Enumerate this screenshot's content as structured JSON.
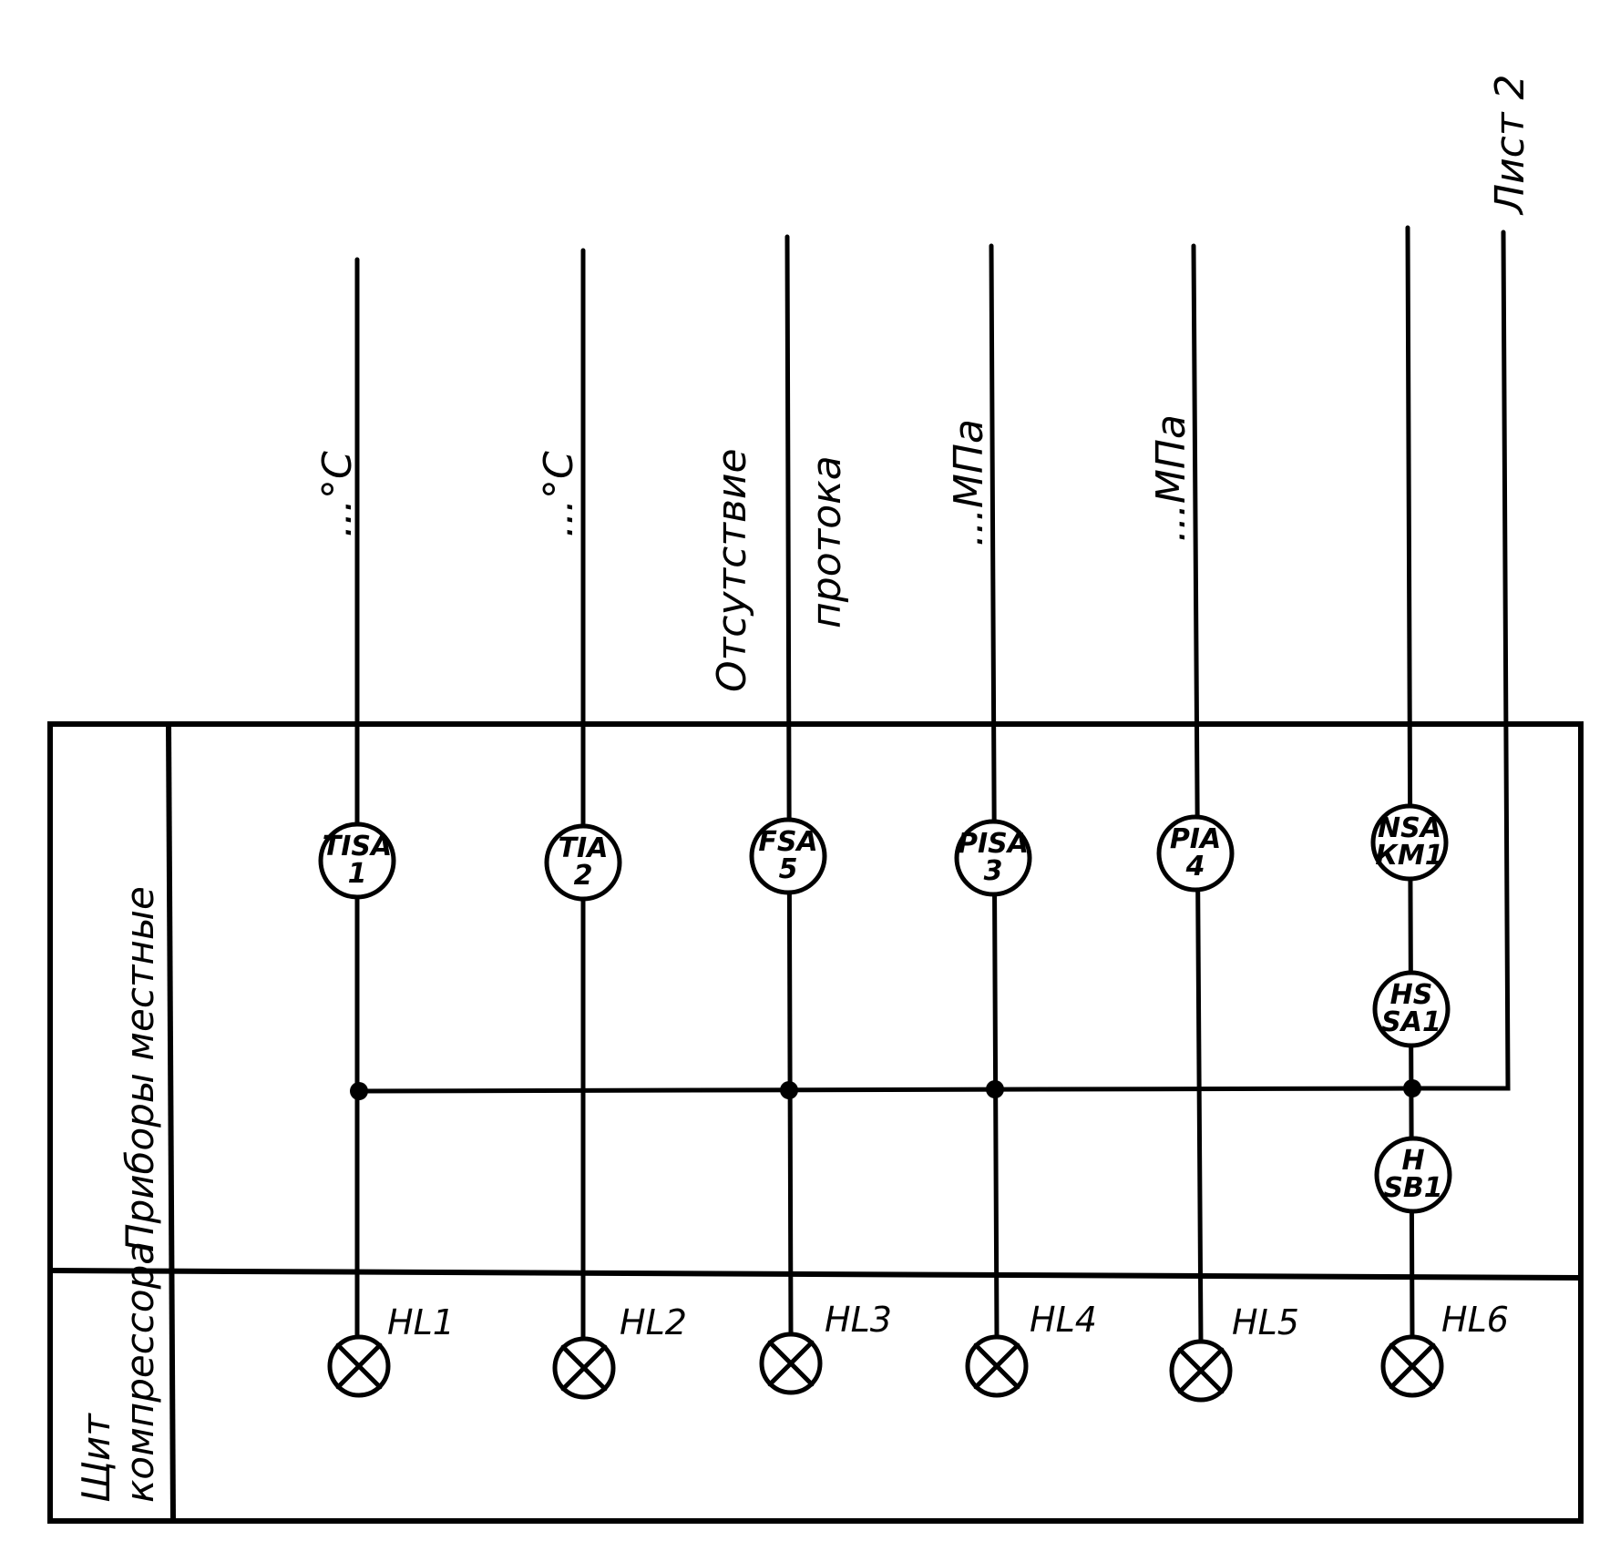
{
  "side_labels": {
    "local_instruments": "Приборы местные",
    "panel_line1": "Щит",
    "panel_line2": "компрессора"
  },
  "sheet_ref": "Лист 2",
  "measurements": {
    "m1": "...°C",
    "m2": "...°C",
    "m3_line1": "Отсутствие",
    "m3_line2": "протока",
    "m4": "...МПа",
    "m5": "...МПа"
  },
  "instruments": {
    "i1": {
      "line1": "TISA",
      "line2": "1"
    },
    "i2": {
      "line1": "TIA",
      "line2": "2"
    },
    "i3": {
      "line1": "FSA",
      "line2": "5"
    },
    "i4": {
      "line1": "PISA",
      "line2": "3"
    },
    "i5": {
      "line1": "PIA",
      "line2": "4"
    },
    "i6": {
      "line1": "NSA",
      "line2": "КМ1"
    },
    "i7": {
      "line1": "HS",
      "line2": "SA1"
    },
    "i8": {
      "line1": "H",
      "line2": "SB1"
    }
  },
  "lamps": [
    "HL1",
    "HL2",
    "HL3",
    "HL4",
    "HL5",
    "HL6"
  ]
}
